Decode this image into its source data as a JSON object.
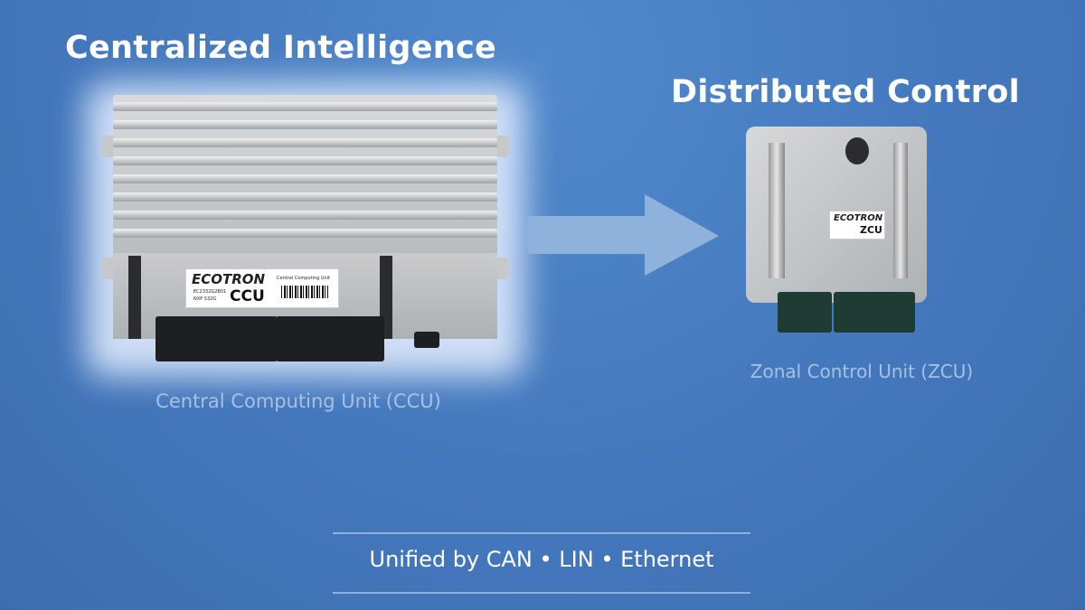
{
  "left": {
    "title": "Centralized Intelligence",
    "caption": "Central Computing Unit (CCU)",
    "device_label": {
      "brand": "ECOTRON",
      "model": "CCU",
      "part": "EC2332G2B01",
      "chip": "NXP S32G",
      "subtitle": "Central Computing Unit"
    }
  },
  "right": {
    "title": "Distributed Control",
    "caption": "Zonal Control Unit (ZCU)",
    "device_label": {
      "brand": "ECOTRON",
      "model": "ZCU"
    }
  },
  "footer": {
    "text": "Unified by CAN • LIN • Ethernet"
  },
  "colors": {
    "background": "#4478bd",
    "arrow": "#8fb2dd",
    "caption": "#a8c1e2"
  }
}
